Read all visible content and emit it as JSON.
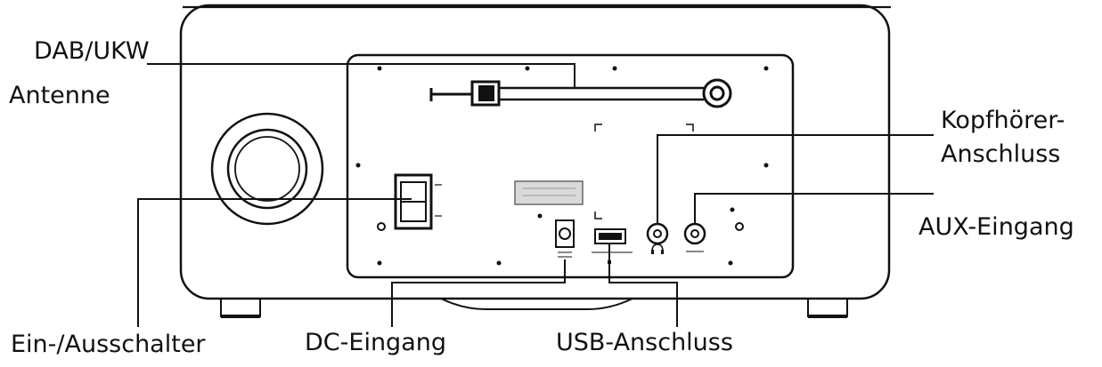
{
  "labels": {
    "antenna_line1": "DAB/UKW",
    "antenna_line2": "Antenne",
    "headphone_line1": "Kopfhörer-",
    "headphone_line2": "Anschluss",
    "aux": "AUX-Eingang",
    "power_switch": "Ein-/Ausschalter",
    "dc_input": "DC-Eingang",
    "usb": "USB-Anschluss"
  },
  "colors": {
    "line": "#111111",
    "panel_fill": "#ffffff",
    "label_plate": "#d9d9d9"
  },
  "icons": {
    "antenna": "telescopic-antenna",
    "speaker": "round-speaker-grille",
    "headphone": "headphone-icon",
    "switch": "rocker-switch"
  }
}
